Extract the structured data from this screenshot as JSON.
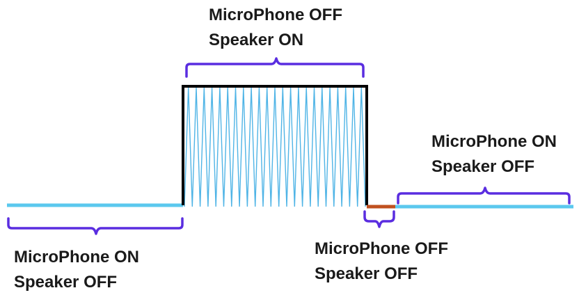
{
  "segments": [
    {
      "id": "before",
      "lines": [
        "MicroPhone ON",
        "Speaker OFF"
      ],
      "microphone": "ON",
      "speaker": "OFF",
      "color": "#5BC8EE"
    },
    {
      "id": "burst",
      "lines": [
        "MicroPhone OFF",
        "Speaker ON"
      ],
      "microphone": "OFF",
      "speaker": "ON",
      "color": "#4FB4E6"
    },
    {
      "id": "gap",
      "lines": [
        "MicroPhone OFF",
        "Speaker OFF"
      ],
      "microphone": "OFF",
      "speaker": "OFF",
      "color": "#C0501F"
    },
    {
      "id": "after",
      "lines": [
        "MicroPhone ON",
        "Speaker OFF"
      ],
      "microphone": "ON",
      "speaker": "OFF",
      "color": "#5BC8EE"
    }
  ],
  "colors": {
    "bracket": "#5A2DE0",
    "outline": "#000000",
    "text": "#1a1a1a"
  }
}
